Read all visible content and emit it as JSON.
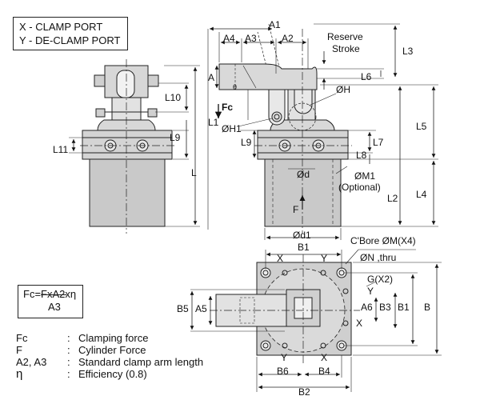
{
  "ports": {
    "x": "X - CLAMP PORT",
    "y": "Y - DE-CLAMP PORT"
  },
  "formula": {
    "numerator": "Fc=FxA2xη",
    "denominator": "A3"
  },
  "legend": [
    {
      "sym": "Fc",
      "sep": ":",
      "desc": "Clamping force"
    },
    {
      "sym": "F",
      "sep": ":",
      "desc": "Cylinder  Force"
    },
    {
      "sym": "A2, A3",
      "sep": ":",
      "desc": "Standard clamp arm length"
    },
    {
      "sym": "η",
      "sep": ":",
      "desc": "Efficiency (0.8)"
    }
  ],
  "labels": {
    "A1": "A1",
    "A2": "A2",
    "A3": "A3",
    "A4": "A4",
    "A": "A",
    "reserve": "Reserve",
    "stroke": "Stroke",
    "L": "L",
    "L1": "L1",
    "L2": "L2",
    "L3": "L3",
    "L4": "L4",
    "L5": "L5",
    "L6": "L6",
    "L7": "L7",
    "L8": "L8",
    "L9a": "L9",
    "L9b": "L9",
    "L10": "L10",
    "L11": "L11",
    "OH": "ØH",
    "OH1": "ØH1",
    "Fc": "Fc",
    "F": "F",
    "theta": "θ",
    "Od": "Ød",
    "OM1": "ØM1",
    "optional": "(Optional)",
    "Od1": "Ød1",
    "B": "B",
    "B1top": "B1",
    "B1side": "B1",
    "B2": "B2",
    "B3": "B3",
    "B4": "B4",
    "B5": "B5",
    "B6": "B6",
    "A5": "A5",
    "A6": "A6",
    "cbore": "C'Bore ØM(X4)",
    "nthru": "ØN ,thru",
    "gx2": "G(X2)",
    "X1": "X",
    "Y1": "Y",
    "X2": "X",
    "Y2": "Y",
    "X3": "Y",
    "Y3": "X"
  }
}
